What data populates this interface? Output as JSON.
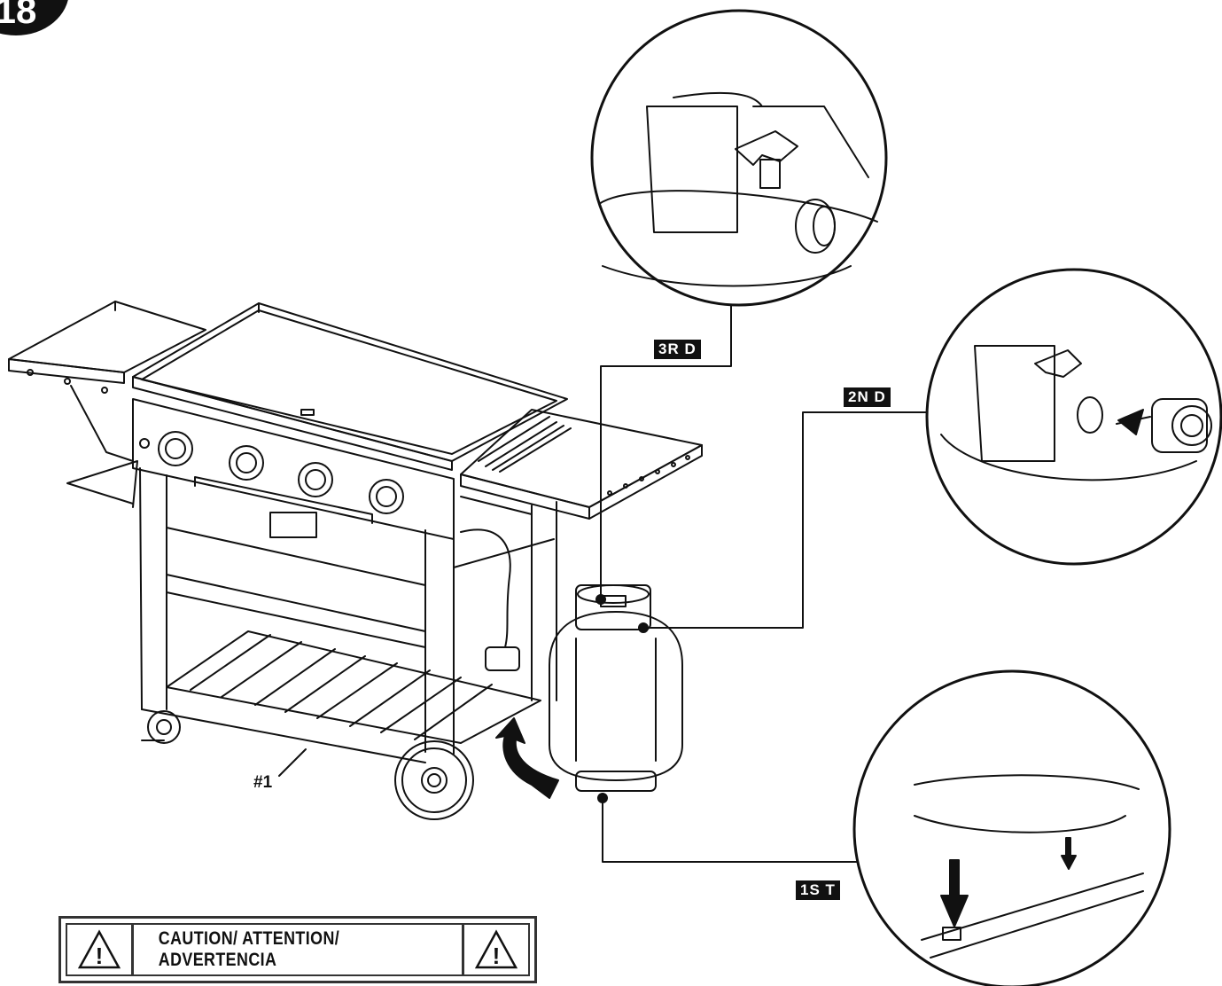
{
  "step_number": "18",
  "part_label": "#1",
  "callouts": {
    "first": "1S T",
    "second": "2N D",
    "third": "3R D"
  },
  "caution": {
    "text": "CAUTION/ ATTENTION/ ADVERTENCIA",
    "icon_left": "warning-triangle-icon",
    "icon_right": "warning-triangle-icon",
    "icon_glyph": "!"
  },
  "colors": {
    "ink": "#111111",
    "background": "#ffffff"
  }
}
